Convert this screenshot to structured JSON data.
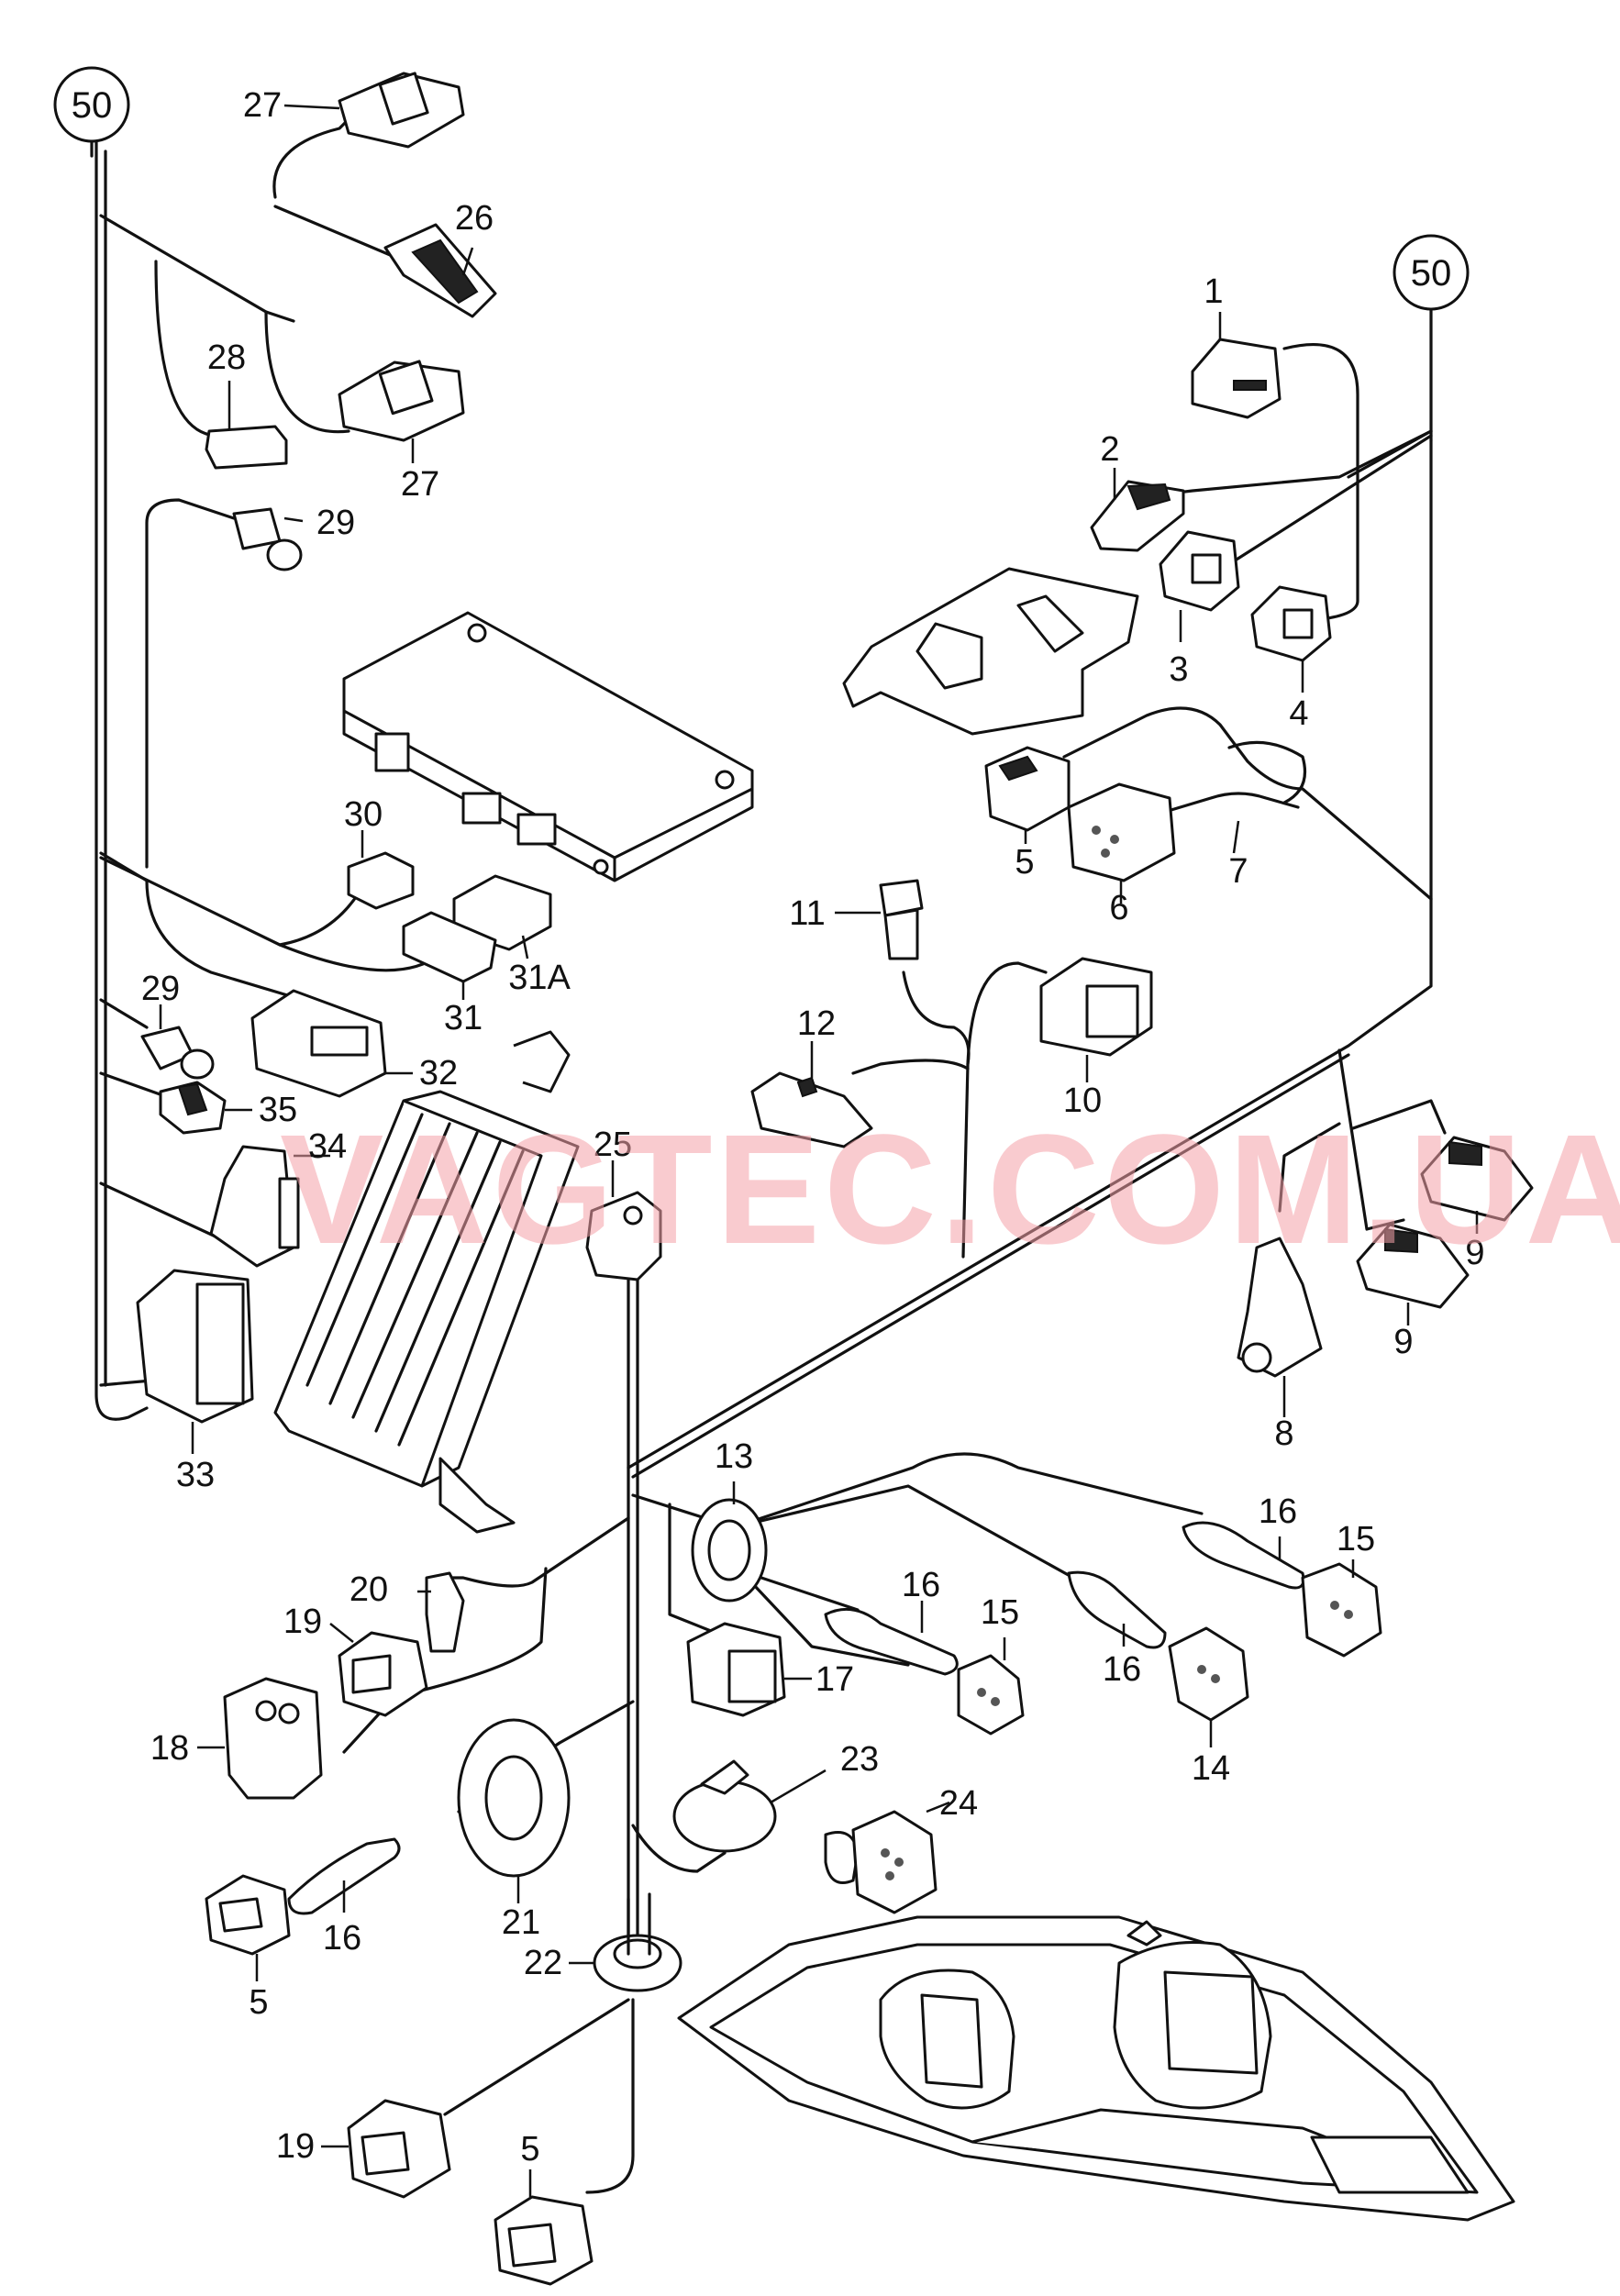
{
  "watermark": "VAGTEC.COM.UA",
  "ref_circle_label": "50",
  "labels": {
    "p1": "1",
    "p2": "2",
    "p3": "3",
    "p4": "4",
    "p5a": "5",
    "p5b": "5",
    "p5c": "5",
    "p6": "6",
    "p7": "7",
    "p8": "8",
    "p9a": "9",
    "p9b": "9",
    "p10": "10",
    "p11": "11",
    "p12": "12",
    "p13": "13",
    "p14": "14",
    "p15a": "15",
    "p15b": "15",
    "p16a": "16",
    "p16b": "16",
    "p16c": "16",
    "p16d": "16",
    "p17": "17",
    "p18": "18",
    "p19a": "19",
    "p19b": "19",
    "p20": "20",
    "p21": "21",
    "p22": "22",
    "p23": "23",
    "p24": "24",
    "p25": "25",
    "p26": "26",
    "p27a": "27",
    "p27b": "27",
    "p28": "28",
    "p29a": "29",
    "p29b": "29",
    "p30": "30",
    "p31": "31",
    "p31a": "31A",
    "p32": "32",
    "p33": "33",
    "p34": "34",
    "p35": "35"
  }
}
